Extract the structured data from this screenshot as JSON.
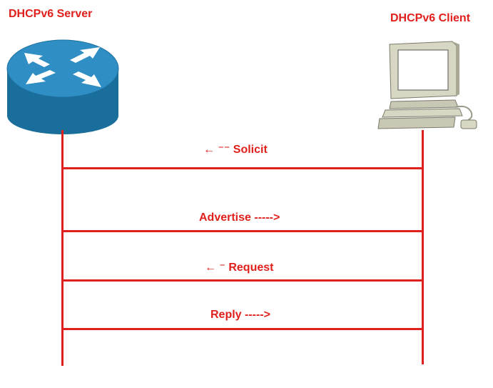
{
  "server": {
    "title": "DHCPv6 Server",
    "icon": "router-icon"
  },
  "client": {
    "title": "DHCPv6 Client",
    "icon": "computer-icon"
  },
  "messages": [
    {
      "label": "← ⁻⁻ Solicit",
      "direction": "client-to-server"
    },
    {
      "label": "Advertise  ----->",
      "direction": "server-to-client"
    },
    {
      "label": "← ⁻ Request",
      "direction": "client-to-server"
    },
    {
      "label": "Reply  ----->",
      "direction": "server-to-client"
    }
  ],
  "colors": {
    "accent": "#e0201c",
    "router_top": "#2f8fc4",
    "router_side": "#1a6e9c",
    "computer": "#c9c8b4"
  }
}
